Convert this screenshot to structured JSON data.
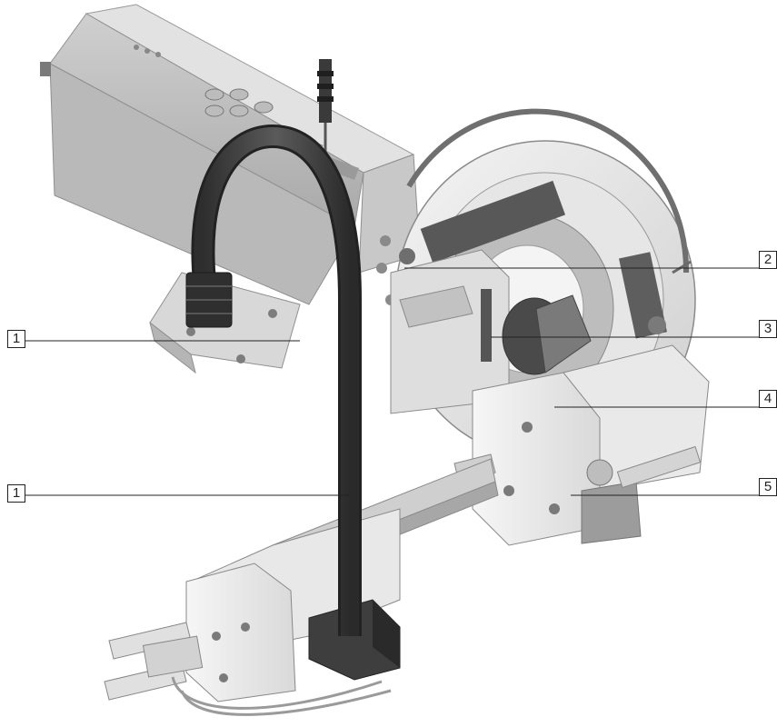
{
  "diagram": {
    "callouts": [
      {
        "id": "callout-left-1",
        "label": "1"
      },
      {
        "id": "callout-left-2",
        "label": "1"
      },
      {
        "id": "callout-right-2",
        "label": "2"
      },
      {
        "id": "callout-right-3",
        "label": "3"
      },
      {
        "id": "callout-right-4",
        "label": "4"
      },
      {
        "id": "callout-right-5",
        "label": "5"
      }
    ],
    "colors": {
      "housing_light": "#d6d6d6",
      "housing_mid": "#bdbdbd",
      "housing_dark": "#8a8a8a",
      "cable": "#3c3c3c",
      "metal_white": "#efefef",
      "line": "#222222"
    }
  }
}
